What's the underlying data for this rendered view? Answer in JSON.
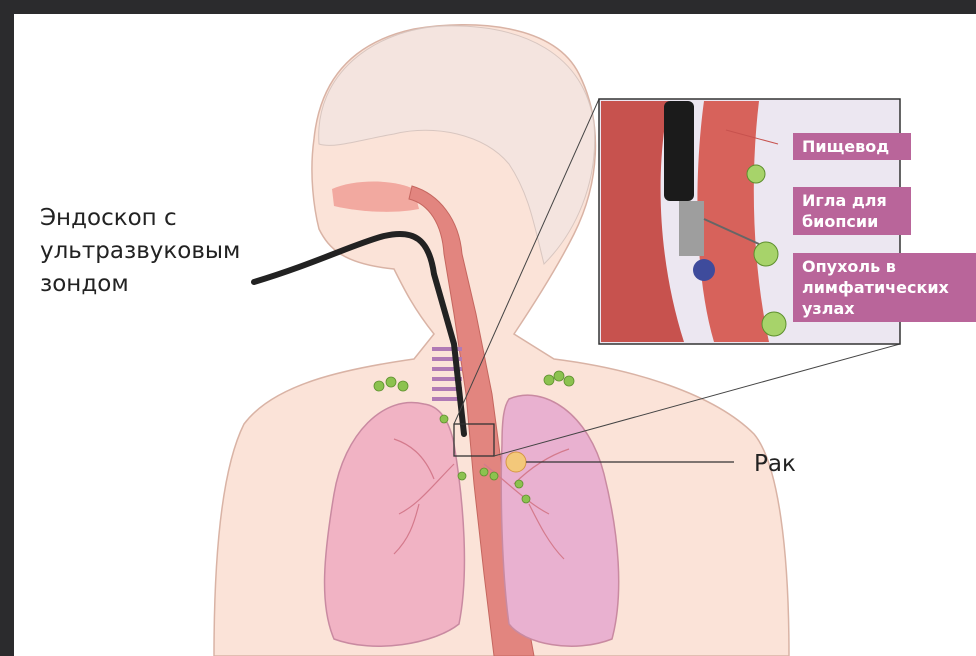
{
  "labels": {
    "endoscope": [
      "Эндоскоп с",
      "ультразвуковым",
      "зондом"
    ],
    "cancer": "Рак",
    "esophagus": "Пищевод",
    "biopsy_needle": [
      "Игла для",
      "биопсии"
    ],
    "lymph_tumor": [
      "Опухоль в",
      "лимфатических",
      "узлах"
    ]
  },
  "colors": {
    "frame": "#2b2b2d",
    "label_tag": "#b9659a",
    "skin": "#fbe3d8",
    "lung": "#f1b3c4",
    "esophagus": "#e2857f",
    "lymph_node": "#8cc24f"
  }
}
